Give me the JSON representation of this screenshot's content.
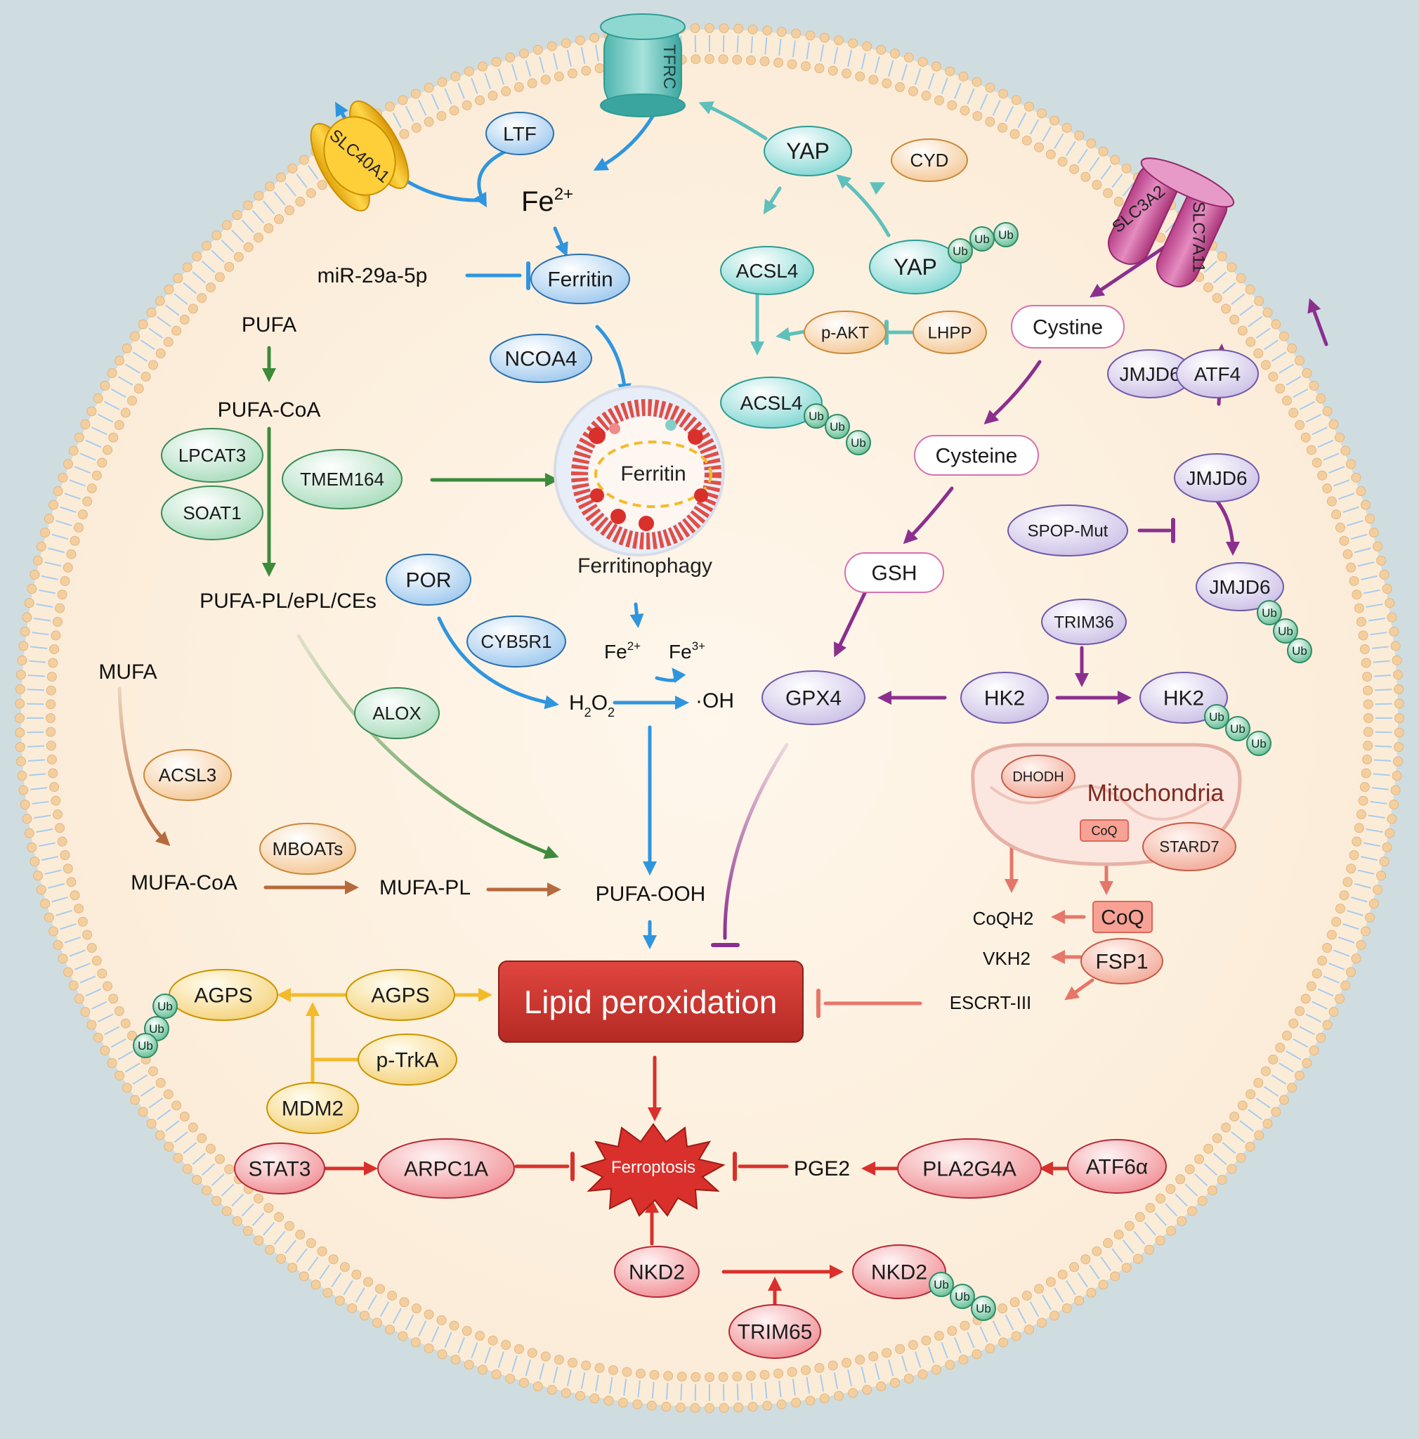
{
  "colors": {
    "background": "#cfdde0",
    "cell_fill": "#fdf2e2",
    "membrane_head": "#f3cfa0",
    "membrane_tail": "#a9ccec",
    "iron_blue": "#2f95df",
    "pufa_green": "#3c8b3a",
    "mufa_brown": "#b56a3d",
    "yap_teal": "#5ec0bd",
    "purple": "#8b2f8f",
    "agps_yellow": "#f2bb2a",
    "salmon": "#e6766a",
    "red": "#d9302b",
    "ub_green": "#5ebd91"
  },
  "nodes": {
    "slc40a1": "SLC40A1",
    "tfrc": "TFRC",
    "slc3a2": "SLC3A2",
    "slc7a11": "SLC7A11",
    "ltf": "LTF",
    "fe2_main": "Fe",
    "fe2_main_sup": "2+",
    "mir29a": "miR-29a-5p",
    "ferritin": "Ferritin",
    "ncoa4": "NCOA4",
    "ferritinophagy_inner": "Ferritin",
    "ferritinophagy": "Ferritinophagy",
    "fe2_small": "Fe",
    "fe2_small_sup": "2+",
    "fe3_small": "Fe",
    "fe3_small_sup": "3+",
    "h2o2": "H",
    "h2o2_sub1": "2",
    "h2o2_o": "O",
    "h2o2_sub2": "2",
    "oh": "·OH",
    "por": "POR",
    "cyb5r1": "CYB5R1",
    "pufa": "PUFA",
    "pufa_coa": "PUFA-CoA",
    "lpcat3": "LPCAT3",
    "soat1": "SOAT1",
    "tmem164": "TMEM164",
    "pufa_pl": "PUFA-PL/ePL/CEs",
    "alox": "ALOX",
    "mufa": "MUFA",
    "acsl3": "ACSL3",
    "mufa_coa": "MUFA-CoA",
    "mboats": "MBOATs",
    "mufa_pl": "MUFA-PL",
    "pufa_ooh": "PUFA-OOH",
    "yap": "YAP",
    "cyd": "CYD",
    "yap_ub": "YAP",
    "acsl4": "ACSL4",
    "p_akt": "p-AKT",
    "lhpp": "LHPP",
    "acsl4_ub": "ACSL4",
    "cystine": "Cystine",
    "cysteine": "Cysteine",
    "gsh": "GSH",
    "gpx4": "GPX4",
    "jmjd6_top": "JMJD6",
    "atf4": "ATF4",
    "jmjd6_mid": "JMJD6",
    "spop_mut": "SPOP-Mut",
    "jmjd6_ub": "JMJD6",
    "trim36": "TRIM36",
    "hk2": "HK2",
    "hk2_ub": "HK2",
    "mitochondria": "Mitochondria",
    "dhodh": "DHODH",
    "coq_mito": "CoQ",
    "stard7": "STARD7",
    "coqh2": "CoQH2",
    "coq": "CoQ",
    "vkh2": "VKH2",
    "fsp1": "FSP1",
    "escrt": "ESCRT-III",
    "lipid_perox": "Lipid peroxidation",
    "agps_ub": "AGPS",
    "agps": "AGPS",
    "p_trka": "p-TrkA",
    "mdm2": "MDM2",
    "stat3": "STAT3",
    "arpc1a": "ARPC1A",
    "ferroptosis": "Ferroptosis",
    "pge2": "PGE2",
    "pla2g4a": "PLA2G4A",
    "atf6a": "ATF6α",
    "nkd2": "NKD2",
    "nkd2_ub": "NKD2",
    "trim65": "TRIM65"
  },
  "ub_label": "Ub"
}
